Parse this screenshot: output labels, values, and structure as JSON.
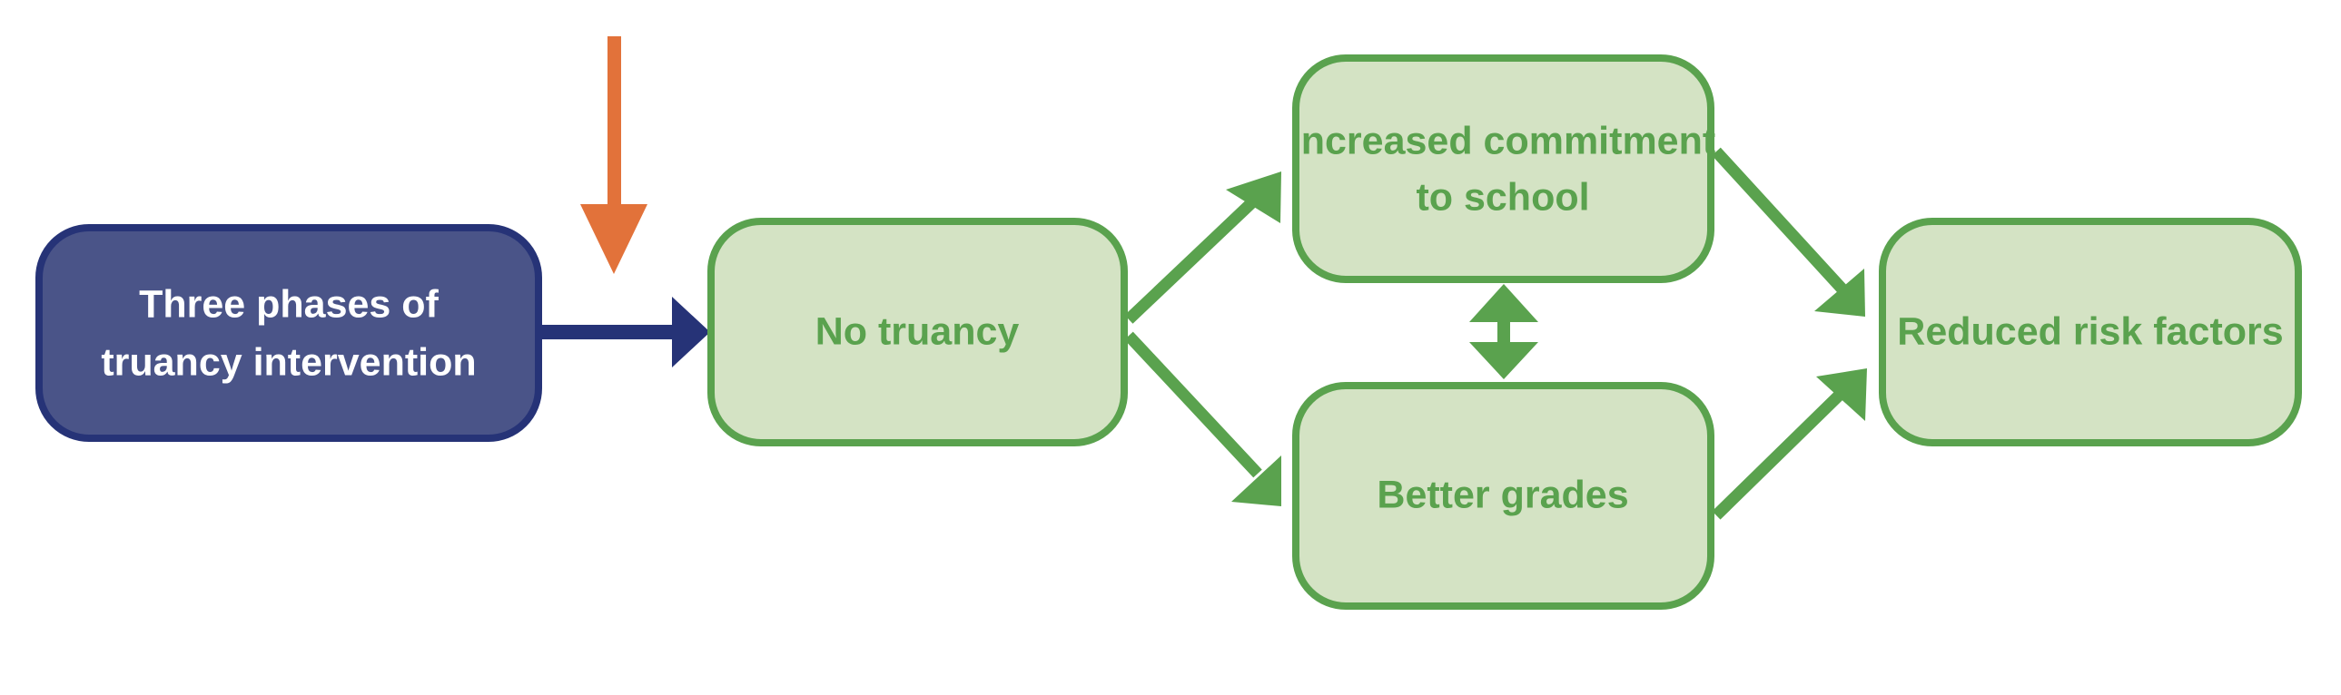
{
  "colors": {
    "source_fill": "#4a5488",
    "source_stroke": "#263377",
    "source_text": "#ffffff",
    "box_fill": "#d4e3c4",
    "box_stroke": "#5aa24e",
    "box_text": "#5aa24e",
    "intervention_arrow": "#e2723a",
    "connector_dark": "#263377",
    "connector_green": "#5aa24e"
  },
  "nodes": {
    "intervention": {
      "line1": "Three phases of",
      "line2": "truancy intervention"
    },
    "no_truancy": {
      "label": "No truancy"
    },
    "commitment": {
      "line1": "Increased commitment",
      "line2": "to school"
    },
    "grades": {
      "label": "Better grades"
    },
    "risk": {
      "label": "Reduced risk factors"
    }
  },
  "edges": [
    {
      "from": "intervention",
      "to": "no_truancy"
    },
    {
      "from": "no_truancy",
      "to": "commitment"
    },
    {
      "from": "no_truancy",
      "to": "grades"
    },
    {
      "from": "commitment",
      "to": "grades",
      "bidirectional": true
    },
    {
      "from": "commitment",
      "to": "risk"
    },
    {
      "from": "grades",
      "to": "risk"
    }
  ]
}
